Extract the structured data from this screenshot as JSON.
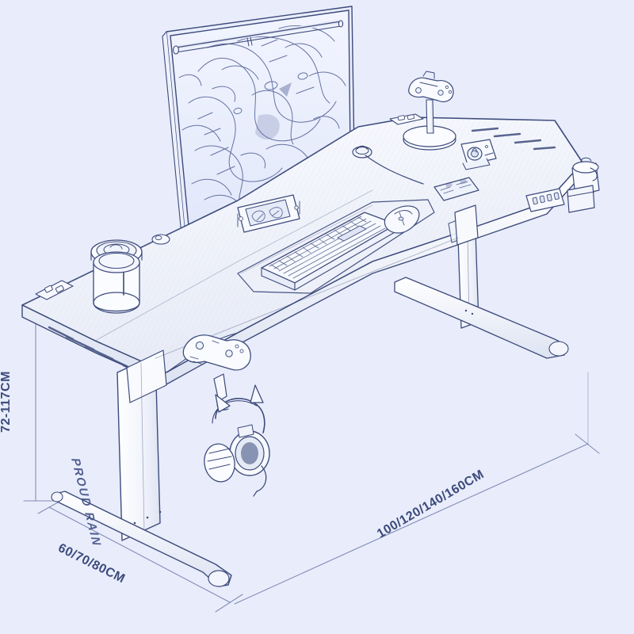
{
  "scene": {
    "title": "Height adjustable gaming desk isometric line drawing",
    "background_color": "#e9edfb",
    "line_color": "#3d4b7c",
    "surface_color": "#f4f6fc"
  },
  "brand": {
    "leg_logo": "PROUD RAIN"
  },
  "dimensions": {
    "height": {
      "label": "72-117CM",
      "meaning": "adjustable desk height range"
    },
    "depth": {
      "label": "60/70/80CM",
      "meaning": "desk depth options"
    },
    "width": {
      "label": "100/120/140/160CM",
      "meaning": "desk width options"
    }
  },
  "desk_items": [
    {
      "name": "curved-monitor",
      "label": "Curved ultrawide monitor"
    },
    {
      "name": "monitor-light-bar",
      "label": "Monitor light bar"
    },
    {
      "name": "handheld-console",
      "label": "Handheld gaming console"
    },
    {
      "name": "mechanical-keyboard",
      "label": "Mechanical keyboard"
    },
    {
      "name": "gaming-mouse",
      "label": "Gaming mouse"
    },
    {
      "name": "mouse-pad",
      "label": "Desk mat"
    },
    {
      "name": "gamepad-left",
      "label": "Wireless gamepad"
    },
    {
      "name": "gamepad-on-stand",
      "label": "Controller on charging stand"
    },
    {
      "name": "webcam",
      "label": "Webcam"
    },
    {
      "name": "smartphone",
      "label": "Smartphone"
    },
    {
      "name": "tumbler-cup",
      "label": "Tumbler cup"
    },
    {
      "name": "cup-holder",
      "label": "Cup holder with drink"
    },
    {
      "name": "usb-hub",
      "label": "USB power hub"
    },
    {
      "name": "headset-hook",
      "label": "Headset hook"
    },
    {
      "name": "cat-ear-headset",
      "label": "Cat ear gaming headset"
    },
    {
      "name": "cable-grommet",
      "label": "Cable grommet"
    },
    {
      "name": "led-strips",
      "label": "RGB edge light slots"
    },
    {
      "name": "control-panel",
      "label": "Height control panel"
    }
  ]
}
